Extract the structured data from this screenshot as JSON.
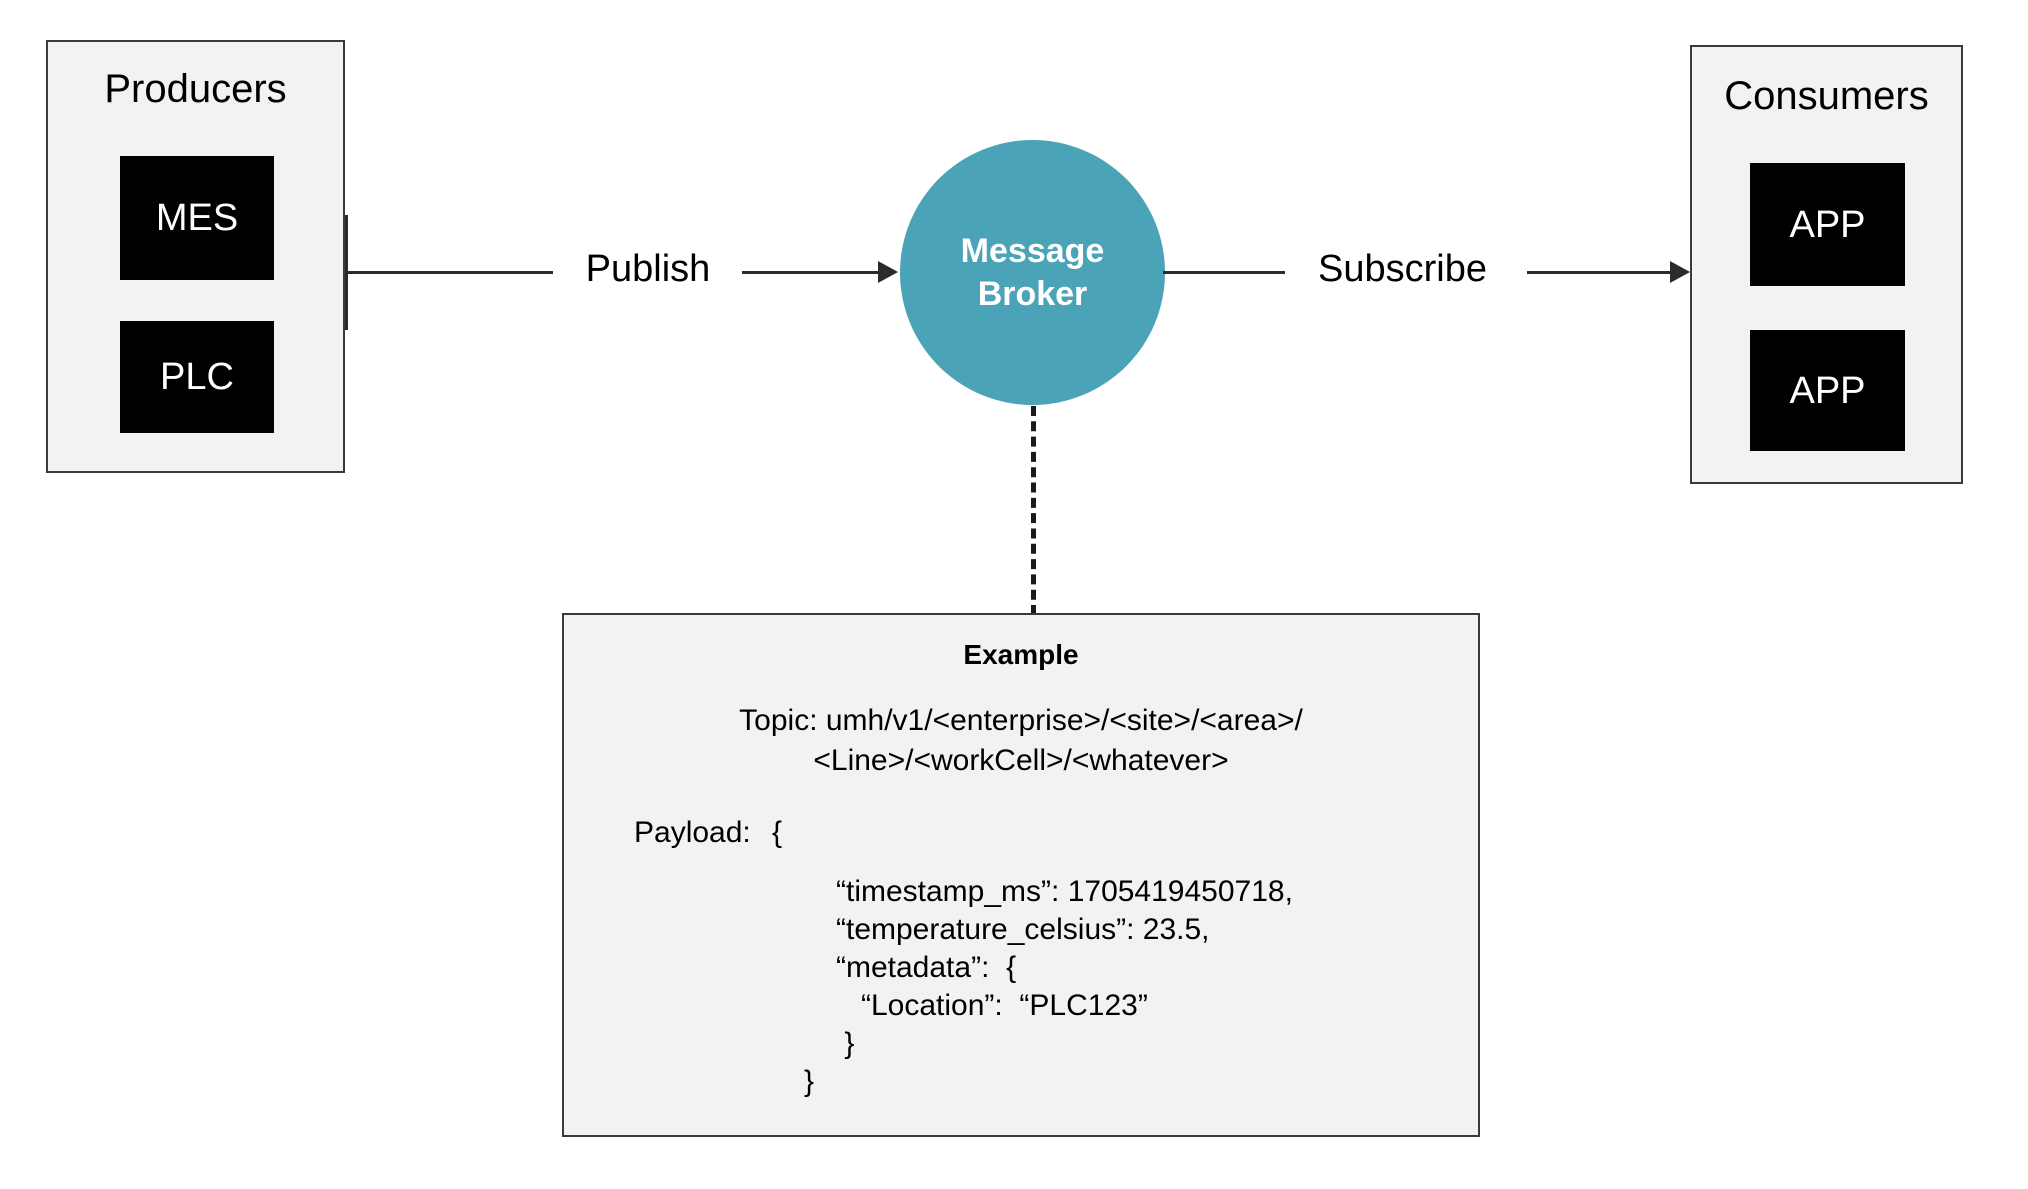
{
  "diagram": {
    "title": "Message broker publish/subscribe architecture",
    "colors": {
      "broker_fill": "#4BA3B8",
      "group_fill": "#F2F2F2",
      "group_border": "#3A3A3A",
      "chip_fill": "#000000",
      "chip_text": "#FFFFFF",
      "line": "#2B2B2B",
      "page_background": "#FFFFFF"
    }
  },
  "producers": {
    "title": "Producers",
    "nodes": [
      {
        "label": "MES"
      },
      {
        "label": "PLC"
      }
    ]
  },
  "broker": {
    "line1": "Message",
    "line2": "Broker"
  },
  "consumers": {
    "title": "Consumers",
    "nodes": [
      {
        "label": "APP"
      },
      {
        "label": "APP"
      }
    ]
  },
  "edges": {
    "publish_label": "Publish",
    "subscribe_label": "Subscribe"
  },
  "example": {
    "title": "Example",
    "topic_line1": "Topic: umh/v1/<enterprise>/<site>/<area>/",
    "topic_line2": "<Line>/<workCell>/<whatever>",
    "payload_label": "Payload:",
    "payload_open_brace": "{",
    "payload_lines": [
      "“timestamp_ms”: 1705419450718,",
      "“temperature_celsius”: 23.5,",
      "“metadata”:  {",
      "   “Location”:  “PLC123”",
      " }"
    ],
    "payload_close_brace": "}"
  }
}
